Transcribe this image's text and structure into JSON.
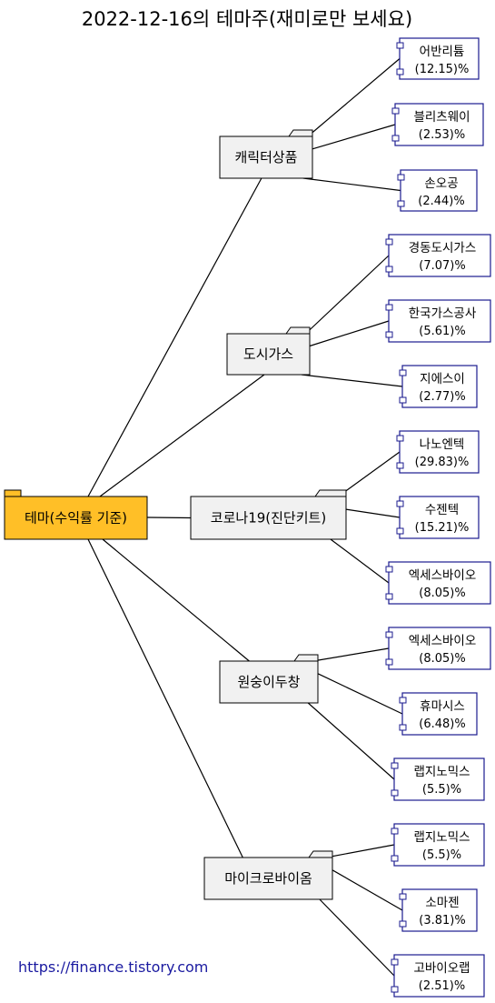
{
  "title": "2022-12-16의 테마주(재미로만 보세요)",
  "root": {
    "label": "테마(수익률 기준)"
  },
  "themes": [
    {
      "label": "캐릭터상품",
      "stocks": [
        {
          "name": "어반리튬",
          "pct": "(12.15)%"
        },
        {
          "name": "블리츠웨이",
          "pct": "(2.53)%"
        },
        {
          "name": "손오공",
          "pct": "(2.44)%"
        }
      ]
    },
    {
      "label": "도시가스",
      "stocks": [
        {
          "name": "경동도시가스",
          "pct": "(7.07)%"
        },
        {
          "name": "한국가스공사",
          "pct": "(5.61)%"
        },
        {
          "name": "지에스이",
          "pct": "(2.77)%"
        }
      ]
    },
    {
      "label": "코로나19(진단키트)",
      "stocks": [
        {
          "name": "나노엔텍",
          "pct": "(29.83)%"
        },
        {
          "name": "수젠텍",
          "pct": "(15.21)%"
        },
        {
          "name": "엑세스바이오",
          "pct": "(8.05)%"
        }
      ]
    },
    {
      "label": "원숭이두창",
      "stocks": [
        {
          "name": "엑세스바이오",
          "pct": "(8.05)%"
        },
        {
          "name": "휴마시스",
          "pct": "(6.48)%"
        },
        {
          "name": "랩지노믹스",
          "pct": "(5.5)%"
        }
      ]
    },
    {
      "label": "마이크로바이옴",
      "stocks": [
        {
          "name": "랩지노믹스",
          "pct": "(5.5)%"
        },
        {
          "name": "소마젠",
          "pct": "(3.81)%"
        },
        {
          "name": "고바이오랩",
          "pct": "(2.51)%"
        }
      ]
    }
  ],
  "footer": {
    "url": "https://finance.tistory.com"
  },
  "colors": {
    "root_fill": "#ffbf27",
    "theme_fill": "#f1f1f1",
    "stock_border": "#1b1b8f",
    "line": "#000000"
  }
}
